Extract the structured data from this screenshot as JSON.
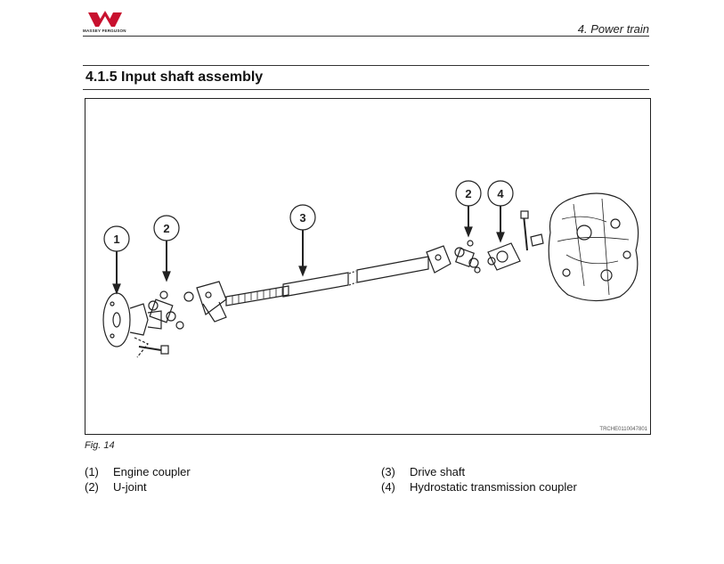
{
  "header": {
    "brand": "MASSEY FERGUSON",
    "chapter": "4. Power train"
  },
  "section": {
    "title": "4.1.5  Input shaft assembly"
  },
  "figure": {
    "code": "TRCHE0110047801",
    "caption": "Fig. 14",
    "callouts": [
      "1",
      "2",
      "3",
      "2",
      "4"
    ]
  },
  "legend": [
    {
      "num": "(1)",
      "label": "Engine coupler"
    },
    {
      "num": "(2)",
      "label": "U-joint"
    },
    {
      "num": "(3)",
      "label": "Drive shaft"
    },
    {
      "num": "(4)",
      "label": "Hydrostatic transmission coupler"
    }
  ],
  "colors": {
    "brand_red": "#c8102e",
    "line": "#222222"
  }
}
